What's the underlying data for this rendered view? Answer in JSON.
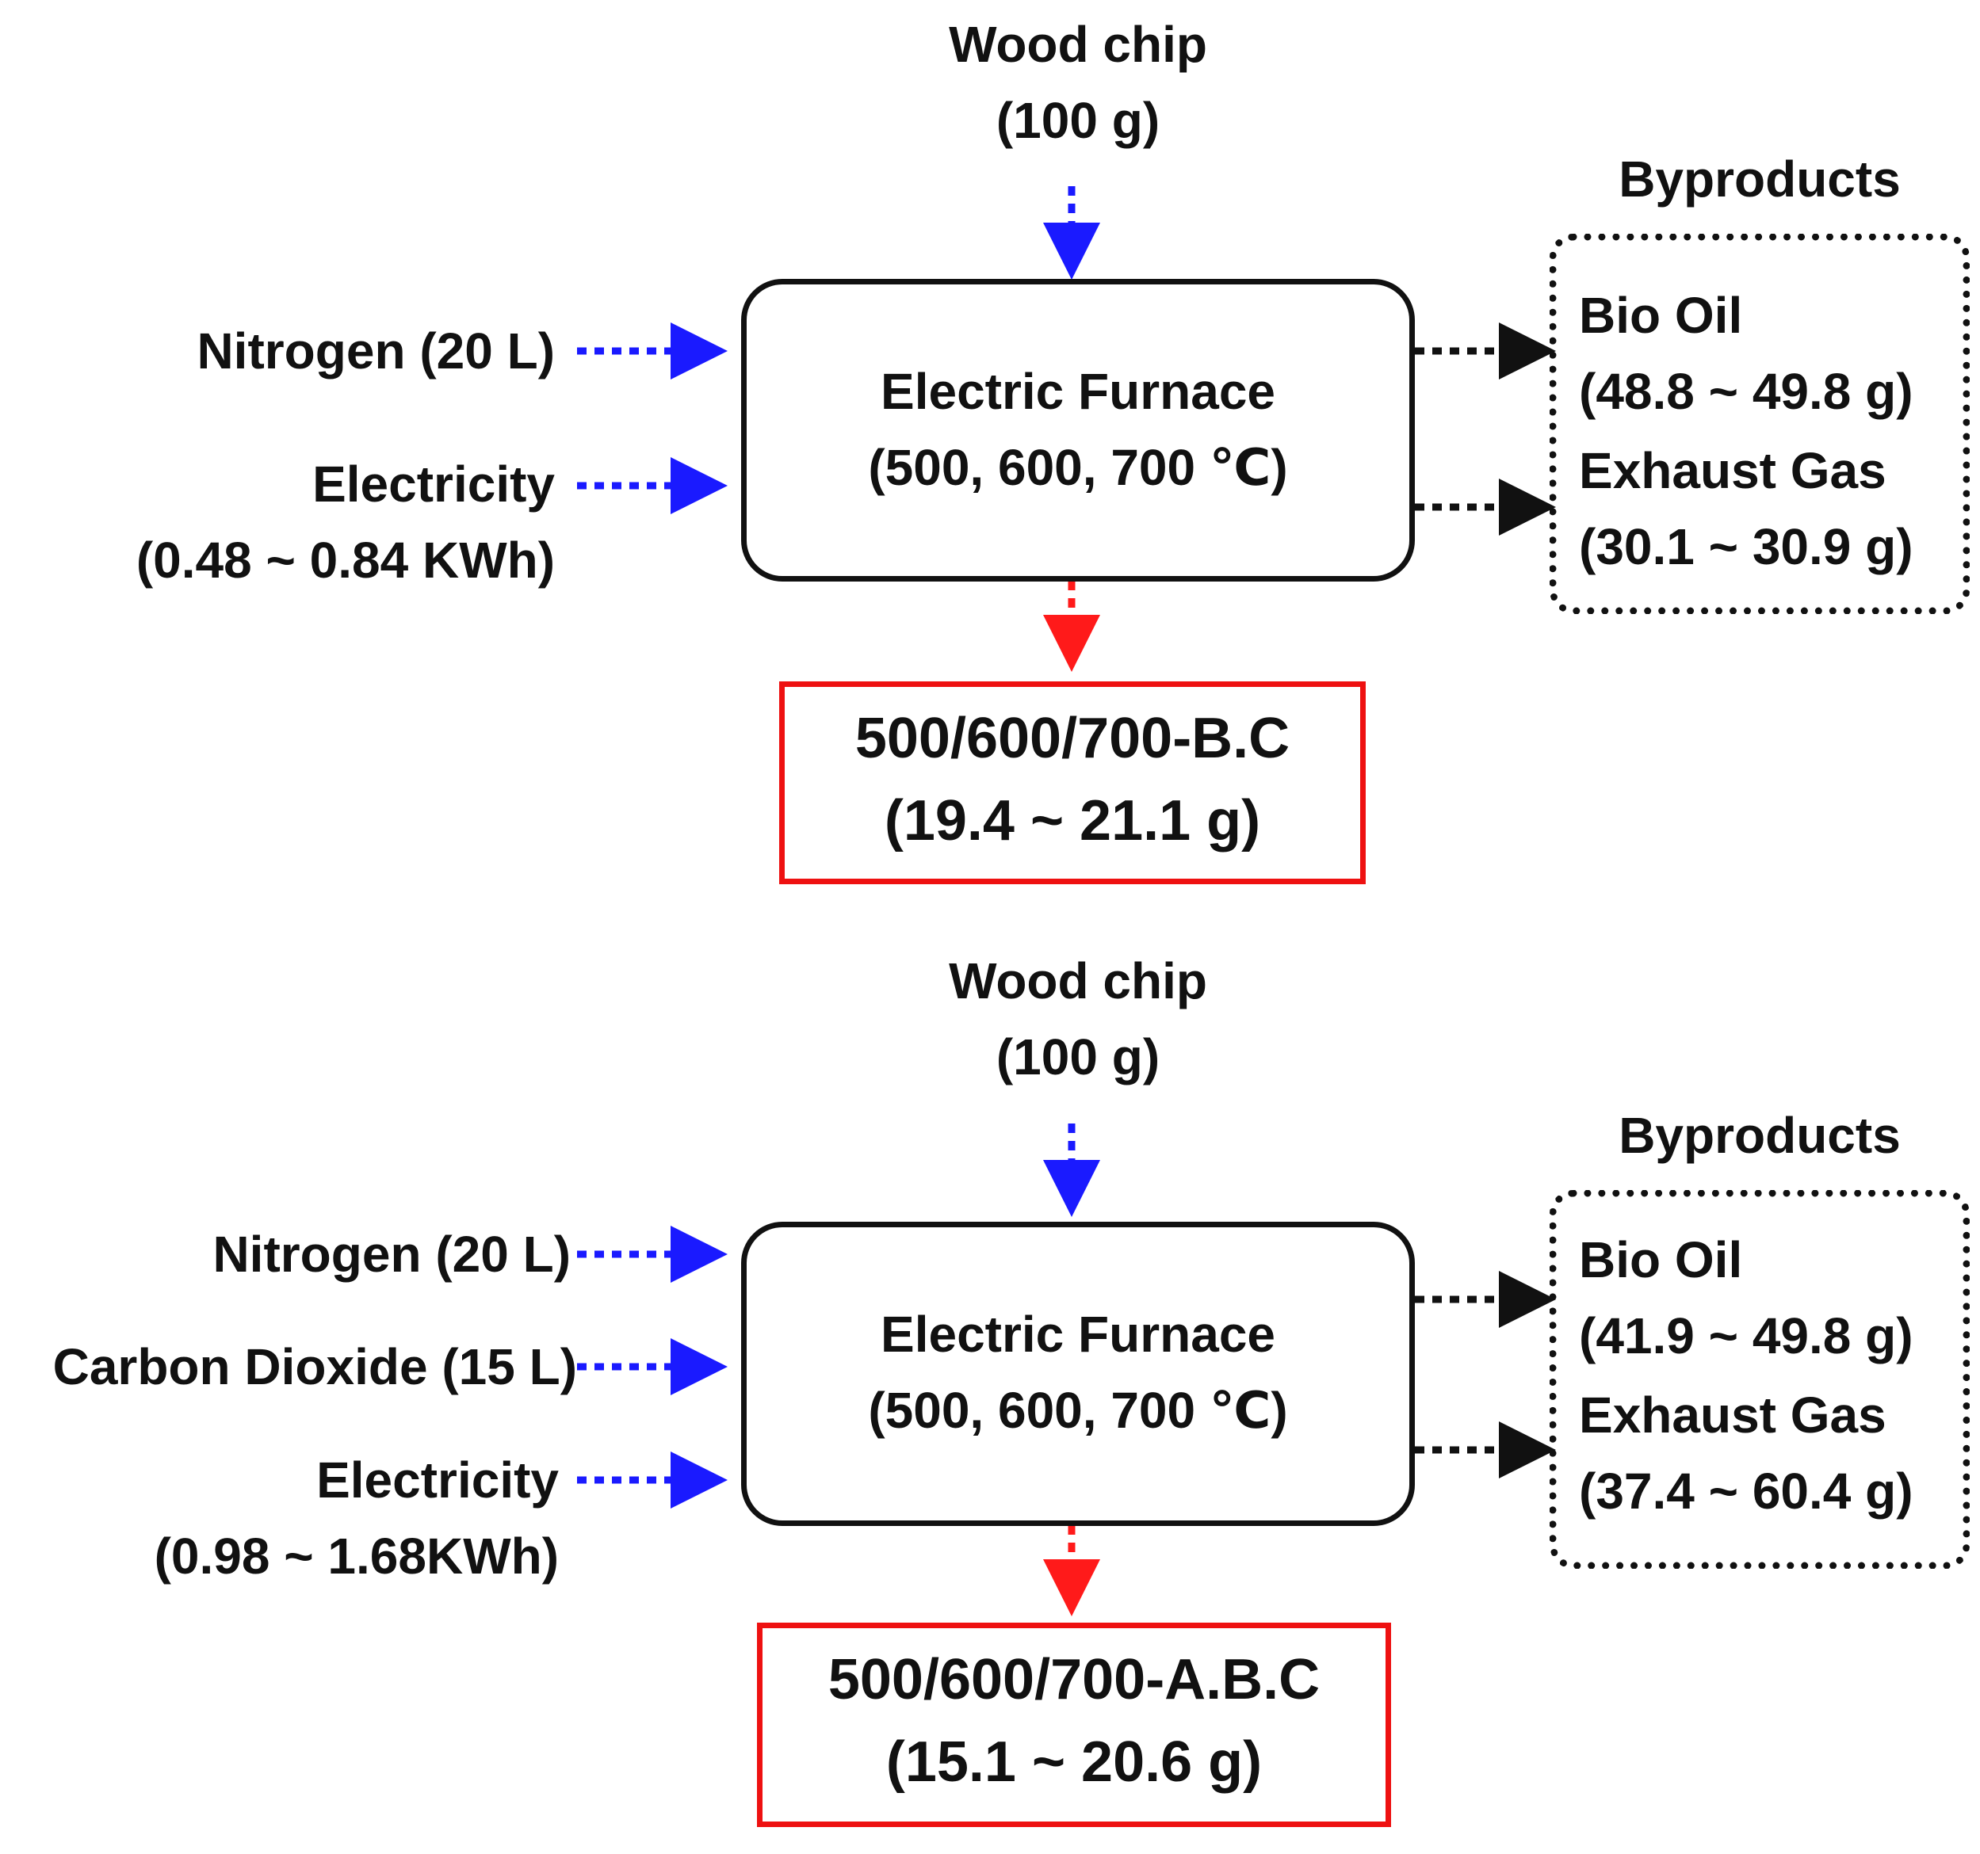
{
  "diagram1": {
    "feed": {
      "name": "Wood chip",
      "amount": "(100 g)"
    },
    "inputs": {
      "nitrogen": "Nitrogen (20 L)",
      "electricity": {
        "label": "Electricity",
        "amount": "(0.48 ~ 0.84 KWh)"
      }
    },
    "furnace": {
      "label": "Electric Furnace",
      "temps": "(500, 600, 700 ℃)"
    },
    "byproducts": {
      "title": "Byproducts",
      "bio_oil": {
        "label": "Bio Oil",
        "amount": "(48.8 ~ 49.8 g)"
      },
      "exhaust_gas": {
        "label": "Exhaust Gas",
        "amount": "(30.1 ~ 30.9 g)"
      }
    },
    "product": {
      "label": "500/600/700-B.C",
      "amount": "(19.4 ~ 21.1 g)"
    }
  },
  "diagram2": {
    "feed": {
      "name": "Wood chip",
      "amount": "(100 g)"
    },
    "inputs": {
      "nitrogen": "Nitrogen (20 L)",
      "carbon_dioxide": "Carbon Dioxide (15 L)",
      "electricity": {
        "label": "Electricity",
        "amount": "(0.98 ~ 1.68KWh)"
      }
    },
    "furnace": {
      "label": "Electric Furnace",
      "temps": "(500, 600, 700 ℃)"
    },
    "byproducts": {
      "title": "Byproducts",
      "bio_oil": {
        "label": "Bio Oil",
        "amount": "(41.9 ~ 49.8 g)"
      },
      "exhaust_gas": {
        "label": "Exhaust Gas",
        "amount": "(37.4 ~ 60.4 g)"
      }
    },
    "product": {
      "label": "500/600/700-A.B.C",
      "amount": "(15.1 ~ 20.6 g)"
    }
  },
  "colors": {
    "input_arrow": "#1a1aff",
    "product_arrow": "#ff1a1a",
    "byproduct_arrow": "#111111",
    "product_border": "#ee1111"
  }
}
